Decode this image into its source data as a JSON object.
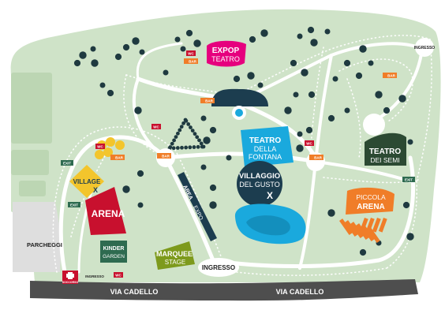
{
  "colors": {
    "park": "#cfe3c8",
    "parkEdge": "#bcd6b3",
    "tree": "#1f3a40",
    "path": "#ffffff",
    "road": "#4e4e4e",
    "pink": "#e6007e",
    "red": "#c8102e",
    "navy": "#1c3d4f",
    "cyan": "#1aa9dd",
    "darkgreen": "#2c4a33",
    "olive": "#7d9a1c",
    "orange": "#f07d28",
    "yellow": "#f3c52c",
    "green": "#2e6b50"
  },
  "venues": {
    "expop": {
      "line1": "EXPOP",
      "line2": "TEATRO"
    },
    "teatro_fontana": {
      "line1": "TEATRO",
      "line2": "DELLA",
      "line3": "FONTANA"
    },
    "villaggio_gusto": {
      "line1": "VILLAGGIO",
      "line2": "DEL GUSTO",
      "mark": "X"
    },
    "teatro_semi": {
      "line1": "TEATRO",
      "line2": "DEI SEMI"
    },
    "piccola_arena": {
      "line1": "PICCOLA",
      "line2": "ARENA"
    },
    "village": {
      "line1": "VILLAGE",
      "mark": "X"
    },
    "arena": {
      "label": "ARENA"
    },
    "kinder": {
      "line1": "KINDER",
      "line2": "GARDEN"
    },
    "marquee": {
      "line1": "MARQUEE",
      "line2": "STAGE"
    },
    "area_expo": {
      "line1": "AREA",
      "line2": "EXPO"
    }
  },
  "labels": {
    "parcheggi": "PARCHEGGI",
    "ingresso_main": "INGRESSO",
    "ingresso_top": "INGRESSO",
    "ingresso_left": "INGRESSO",
    "via_left": "VIA CADELLO",
    "via_right": "VIA CADELLO",
    "soccorso": "SOCCORSO",
    "exit": "EXIT",
    "wc": "WC",
    "bar": "BAR"
  }
}
